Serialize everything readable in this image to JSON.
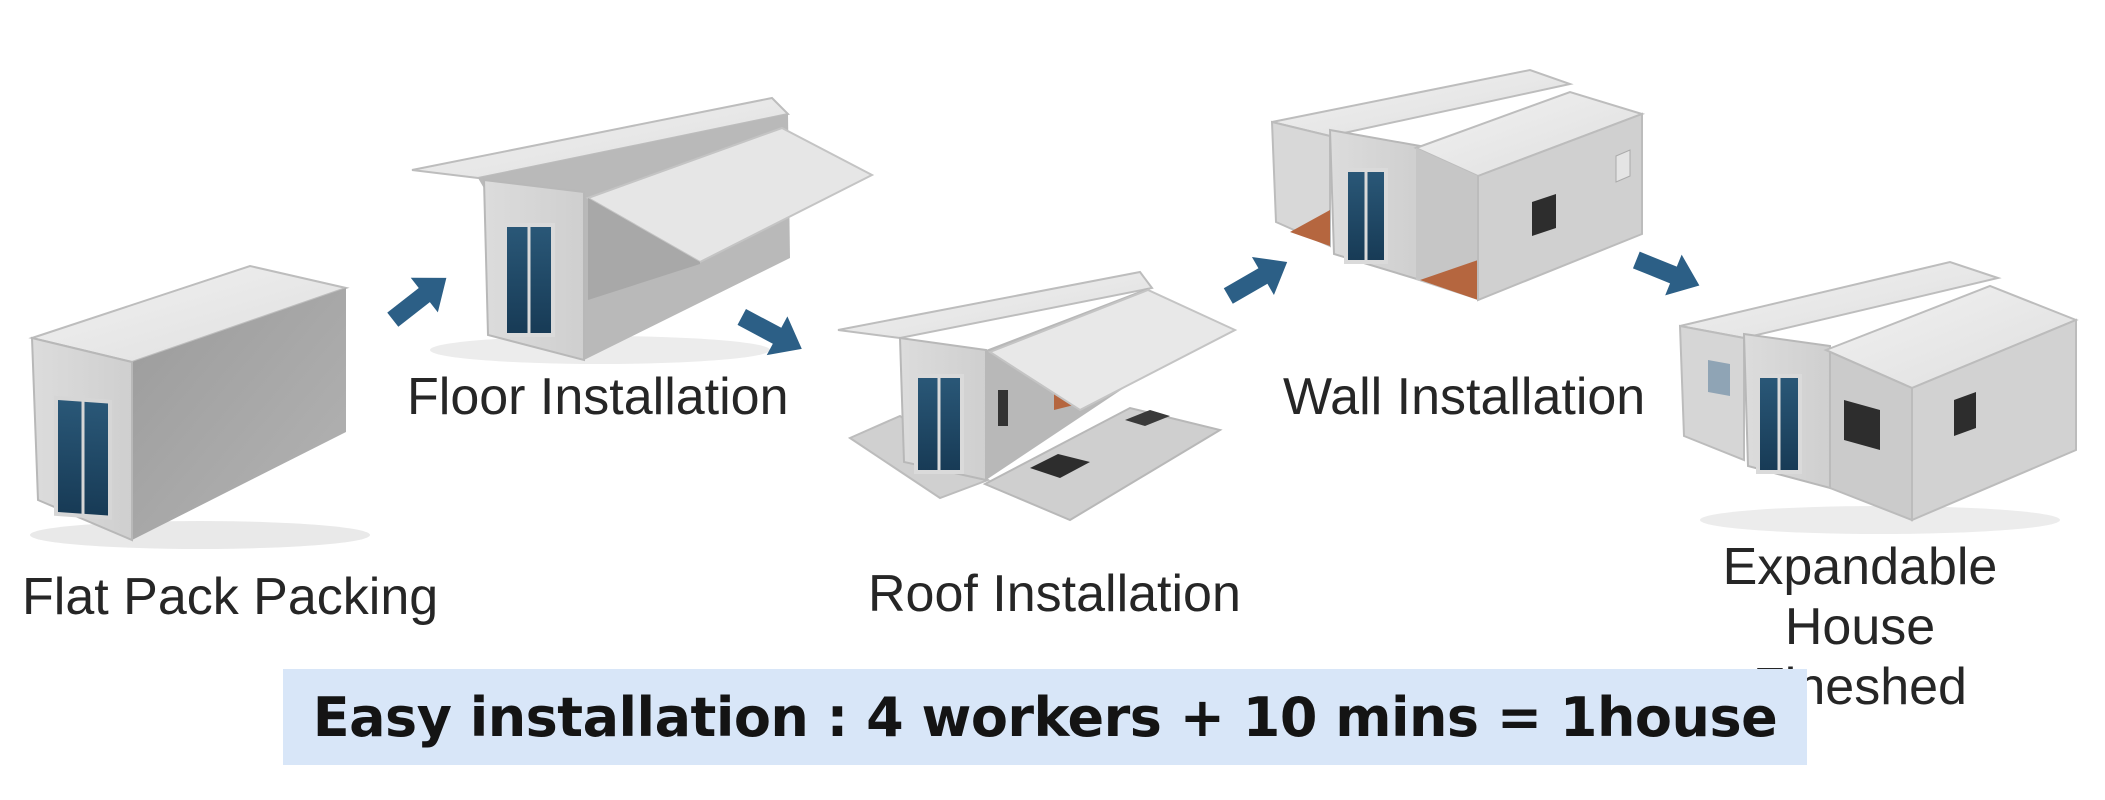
{
  "steps": [
    {
      "label": "Flat Pack Packing"
    },
    {
      "label": "Floor Installation"
    },
    {
      "label": "Roof Installation"
    },
    {
      "label": "Wall Installation"
    },
    {
      "label_line1": "Expandable",
      "label_line2": "House Fineshed"
    }
  ],
  "banner": {
    "text": "Easy installation : 4 workers + 10 mins = 1house"
  },
  "colors": {
    "arrow": "#2c5f86",
    "banner_bg": "#d8e6f8",
    "door": "#1f4a6a",
    "floor": "#b5663f"
  }
}
